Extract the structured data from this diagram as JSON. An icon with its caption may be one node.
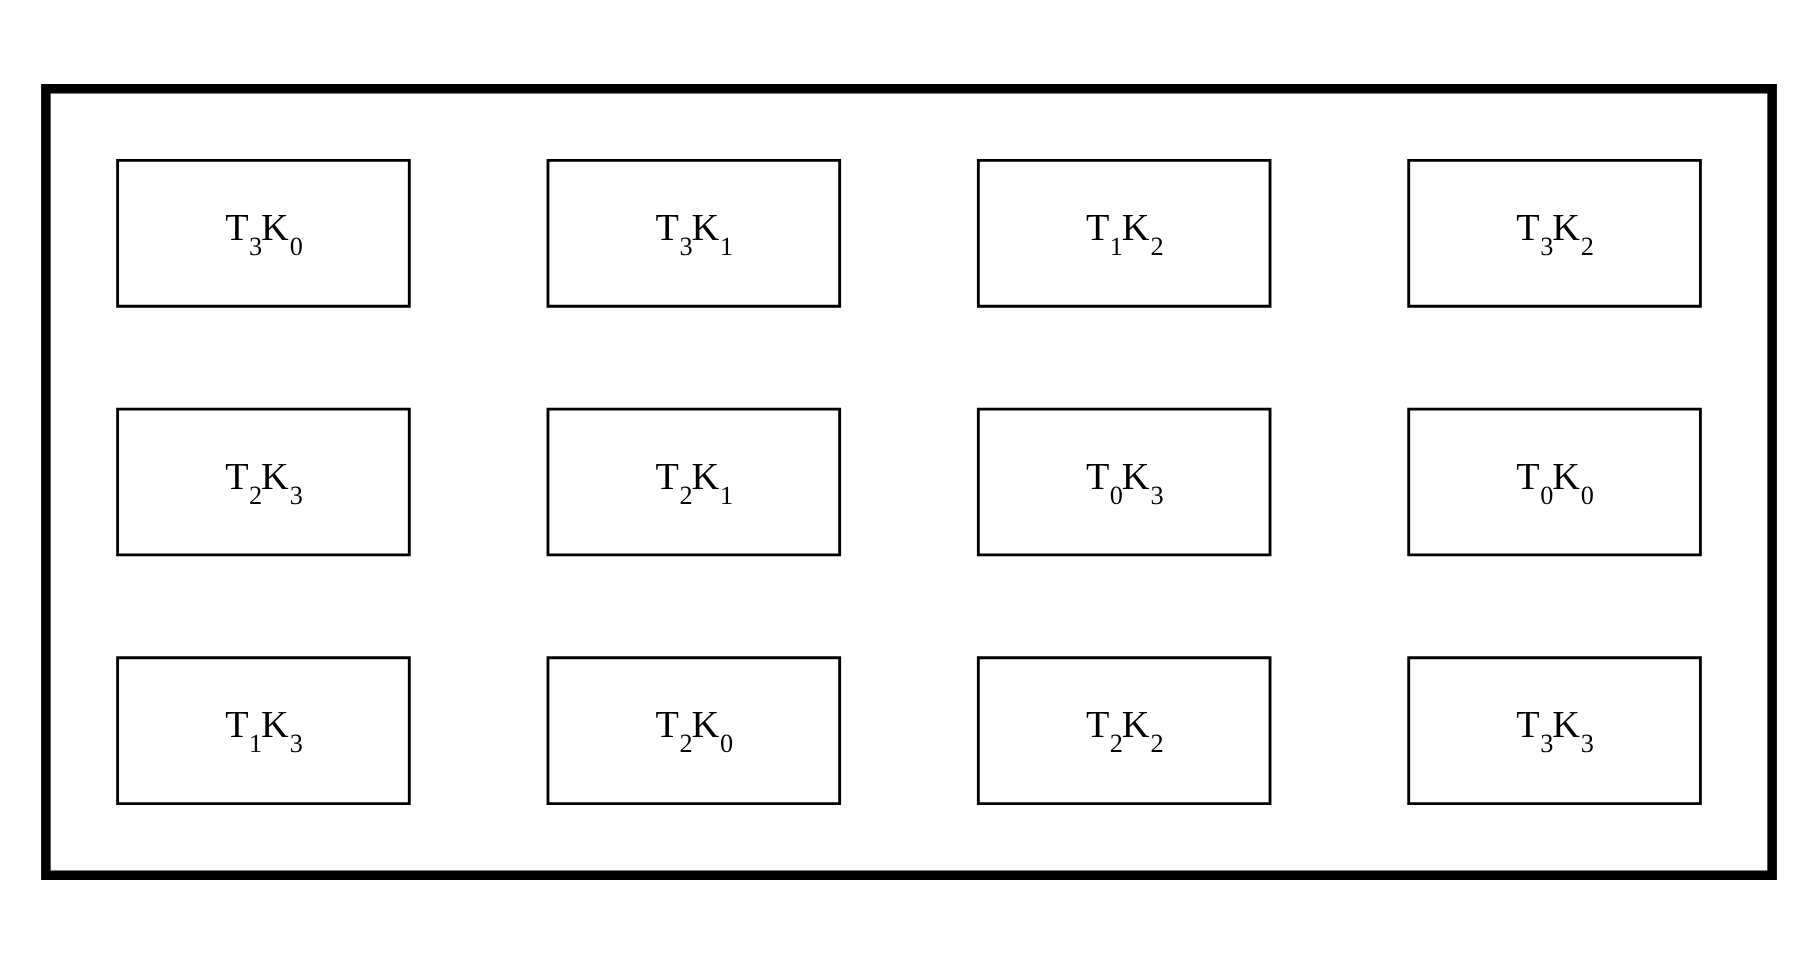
{
  "diagram": {
    "nodes": [
      {
        "text": [],
        "shape": "box"
      },
      {
        "text": [
          "T$_{3}$K$_{0}$"
        ],
        "in": 0
      },
      {
        "text": [
          "T$_{3}$K$_{1}$"
        ],
        "in": 0
      },
      {
        "text": [
          "T$_{1}$K$_{2}$"
        ],
        "in": 0
      },
      {
        "text": [
          "T$_{3}$K$_{2}$"
        ],
        "in": 0
      },
      {
        "text": [
          "T$_{2}$K$_{3}$"
        ],
        "in": 0
      },
      {
        "text": [
          "T$_{2}$K$_{1}$"
        ],
        "in": 0
      },
      {
        "text": [
          "T$_{0}$K$_{3}$"
        ],
        "in": 0
      },
      {
        "text": [
          "T$_{0}$K$_{0}$"
        ],
        "in": 0
      },
      {
        "text": [
          "T$_{1}$K$_{3}$"
        ],
        "in": 0
      },
      {
        "text": [
          "T$_{2}$K$_{0}$"
        ],
        "in": 0
      },
      {
        "text": [
          "T$_{2}$K$_{2}$"
        ],
        "in": 0
      },
      {
        "text": [
          "T$_{3}$K$_{3}$"
        ],
        "in": 0
      }
    ],
    "edges": []
  }
}
